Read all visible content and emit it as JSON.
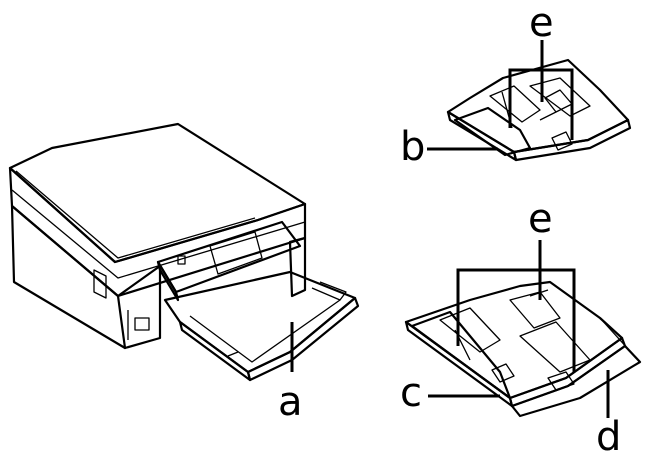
{
  "figure": {
    "callouts": {
      "a": "a",
      "b": "b",
      "c": "c",
      "d": "d",
      "e_top": "e",
      "e_bottom": "e"
    }
  }
}
